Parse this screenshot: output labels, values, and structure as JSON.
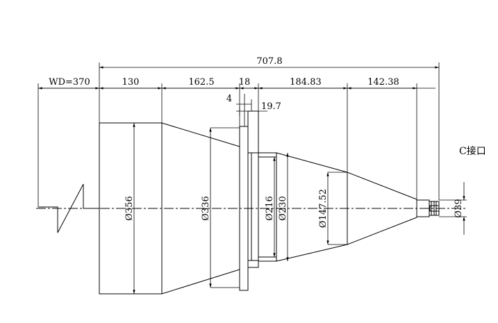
{
  "dimensions": {
    "overall": "707.8",
    "wd": "WD=370",
    "seg1": "130",
    "seg2": "162.5",
    "seg3": "18",
    "seg4": "184.83",
    "seg5": "142.38",
    "flange_thk": "4",
    "flange_gap": "19.7"
  },
  "diameters": {
    "d1": "Ø356",
    "d2": "Ø336",
    "d3": "Ø216",
    "d4": "Ø230",
    "d5": "Ø147.52",
    "d6": "Ø39"
  },
  "mount_label": "C接口"
}
